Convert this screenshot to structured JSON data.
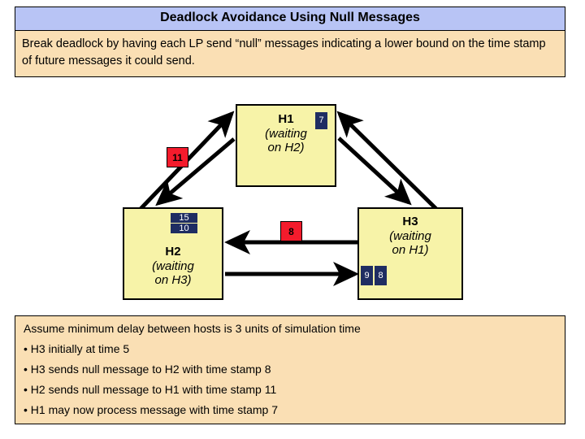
{
  "header": {
    "title": "Deadlock Avoidance Using Null Messages",
    "body": "Break deadlock by having each LP send “null” messages indicating a lower bound on the time stamp of future messages it could send."
  },
  "diagram": {
    "hosts": [
      {
        "id": "H1",
        "name": "H1",
        "state_line1": "(waiting",
        "state_line2": "on H2)"
      },
      {
        "id": "H2",
        "name": "H2",
        "state_line1": "(waiting",
        "state_line2": "on H3)"
      },
      {
        "id": "H3",
        "name": "H3",
        "state_line1": "(waiting",
        "state_line2": "on H1)"
      }
    ],
    "queues": {
      "h1": [
        "7"
      ],
      "h2": [
        "15",
        "10"
      ],
      "h3": [
        "9",
        "8"
      ]
    },
    "messages_in_flight": [
      {
        "label": "11",
        "from": "H2",
        "to": "H1"
      },
      {
        "label": "8",
        "from": "H3",
        "to": "H2"
      }
    ],
    "colors": {
      "host_fill": "#f7f3a8",
      "queue_badge": "#1f2d62",
      "message_badge": "#f41b2c",
      "panel_fill": "#fadfb4",
      "title_fill": "#b8c4f5",
      "arrow": "#000000"
    }
  },
  "footer": {
    "lines": [
      "Assume minimum delay between hosts is 3 units of simulation time",
      "• H3 initially at time 5",
      "• H3 sends null message to H2 with time stamp 8",
      "• H2 sends null message to H1 with time stamp 11",
      "• H1 may now process message with time stamp 7"
    ]
  }
}
